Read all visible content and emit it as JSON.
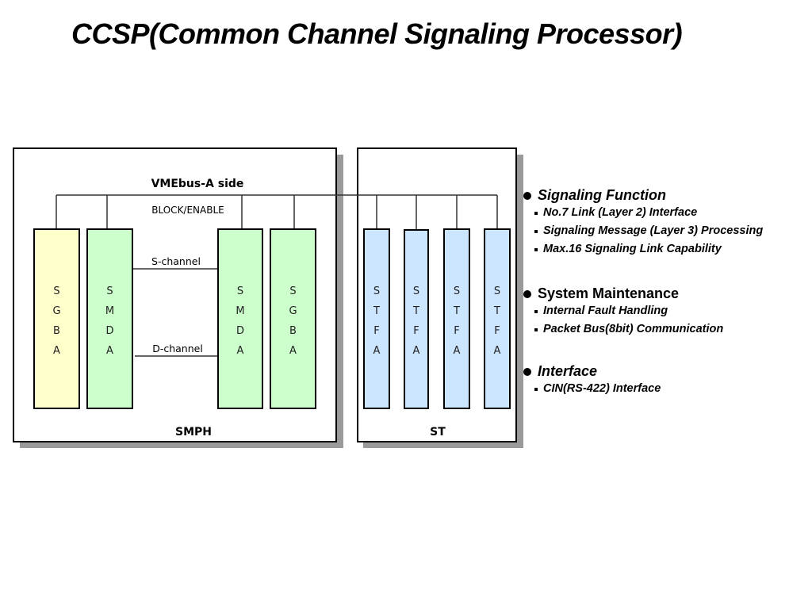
{
  "title": "CCSP(Common Channel Signaling Processor)",
  "diagram": {
    "bus_label": "VMEbus-A side",
    "block_label": "BLOCK/ENABLE",
    "s_channel_label": "S-channel",
    "d_channel_label": "D-channel",
    "smph": {
      "label": "SMPH",
      "cards": [
        {
          "letters": [
            "S",
            "G",
            "B",
            "A"
          ],
          "color": "#ffffcc"
        },
        {
          "letters": [
            "S",
            "M",
            "D",
            "A"
          ],
          "color": "#ccffcc"
        },
        {
          "letters": [
            "S",
            "M",
            "D",
            "A"
          ],
          "color": "#ccffcc"
        },
        {
          "letters": [
            "S",
            "G",
            "B",
            "A"
          ],
          "color": "#ccffcc"
        }
      ]
    },
    "st": {
      "label": "ST",
      "cards": [
        {
          "letters": [
            "S",
            "T",
            "F",
            "A"
          ],
          "color": "#cce6ff"
        },
        {
          "letters": [
            "S",
            "T",
            "F",
            "A"
          ],
          "color": "#cce6ff"
        },
        {
          "letters": [
            "S",
            "T",
            "F",
            "A"
          ],
          "color": "#cce6ff"
        },
        {
          "letters": [
            "S",
            "T",
            "F",
            "A"
          ],
          "color": "#cce6ff"
        }
      ]
    }
  },
  "sections": [
    {
      "heading": "Signaling Function",
      "italic": true,
      "items": [
        "No.7 Link (Layer 2) Interface",
        "Signaling Message (Layer 3) Processing",
        "Max.16 Signaling Link Capability"
      ]
    },
    {
      "heading": "System Maintenance",
      "italic": false,
      "items": [
        "Internal Fault Handling",
        "Packet Bus(8bit) Communication"
      ]
    },
    {
      "heading": "Interface",
      "italic": true,
      "items": [
        "CIN(RS-422) Interface"
      ]
    }
  ]
}
